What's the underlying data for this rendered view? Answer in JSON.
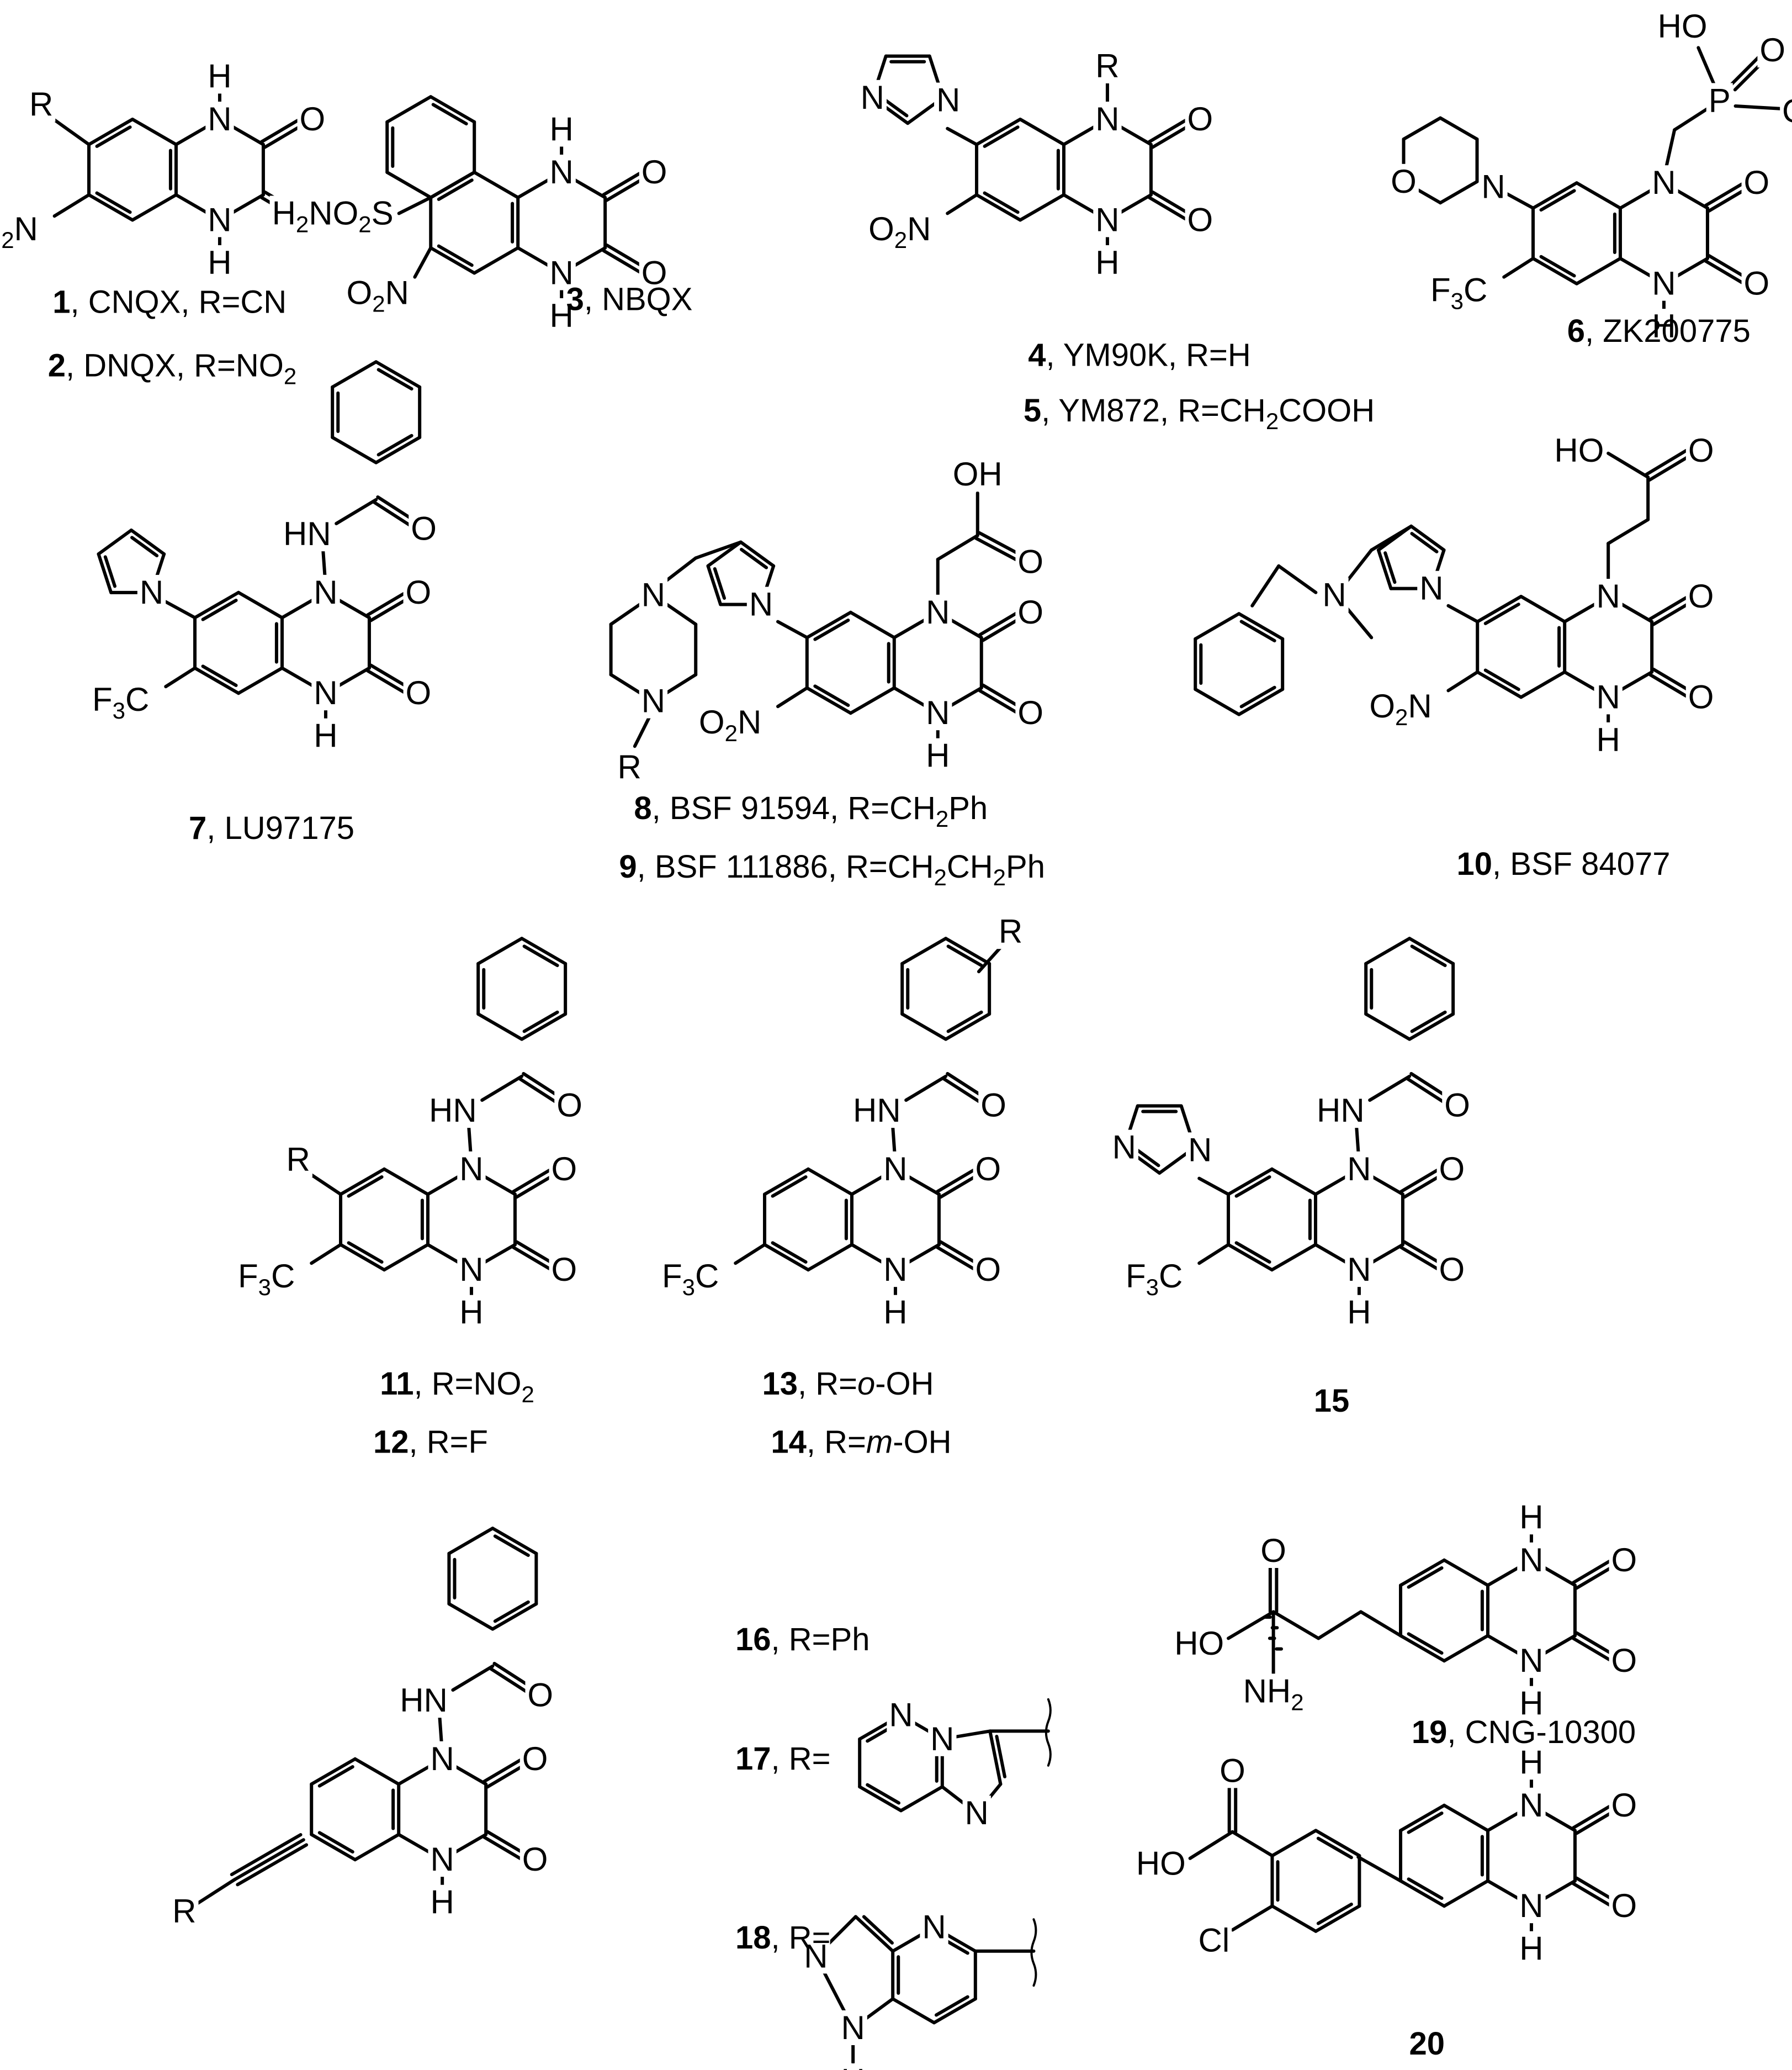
{
  "compounds": [
    {
      "number": "1",
      "label": "CNQX, R=CN"
    },
    {
      "number": "2",
      "label": "DNQX, R=NO",
      "label_sub": "2"
    },
    {
      "number": "3",
      "label": "NBQX"
    },
    {
      "number": "4",
      "label": "YM90K, R=H"
    },
    {
      "number": "5",
      "label": "YM872, R=CH",
      "label_sub": "2",
      "label_tail": "COOH"
    },
    {
      "number": "6",
      "label": "ZK200775"
    },
    {
      "number": "7",
      "label": "LU97175"
    },
    {
      "number": "8",
      "label": "BSF 91594, R=CH",
      "label_sub": "2",
      "label_tail": "Ph"
    },
    {
      "number": "9",
      "label": "BSF 111886, R=CH",
      "label_sub": "2",
      "label_mid": "CH",
      "label_sub2": "2",
      "label_tail": "Ph"
    },
    {
      "number": "10",
      "label": "BSF 84077"
    },
    {
      "number": "11",
      "label": "R=NO",
      "label_sub": "2"
    },
    {
      "number": "12",
      "label": "R=F"
    },
    {
      "number": "13",
      "label": "R=",
      "label_italic": "o",
      "label_tail": "-OH"
    },
    {
      "number": "14",
      "label": "R=",
      "label_italic": "m",
      "label_tail": "-OH"
    },
    {
      "number": "15",
      "label": ""
    },
    {
      "number": "16",
      "label": "R=Ph"
    },
    {
      "number": "17",
      "label": "R="
    },
    {
      "number": "18",
      "label": "R="
    },
    {
      "number": "19",
      "label": "CNG-10300"
    },
    {
      "number": "20",
      "label": ""
    }
  ],
  "atoms": {
    "H": "H",
    "N": "N",
    "O": "O",
    "R": "R",
    "HN": "HN",
    "HO": "HO",
    "OH": "OH",
    "P": "P",
    "S": "S",
    "Cl": "Cl",
    "O2N_main": "O",
    "O2N_sub": "2",
    "O2N_tail": "N",
    "F3C_main": "F",
    "F3C_sub": "3",
    "F3C_tail": "C",
    "H2NO2S_h": "H",
    "H2NO2S_sub1": "2",
    "H2NO2S_mid": "NO",
    "H2NO2S_sub2": "2",
    "H2NO2S_tail": "S",
    "NH2_main": "NH",
    "NH2_sub": "2",
    "comma": ", "
  },
  "colors": {
    "ink": "#000000",
    "background": "#ffffff"
  }
}
